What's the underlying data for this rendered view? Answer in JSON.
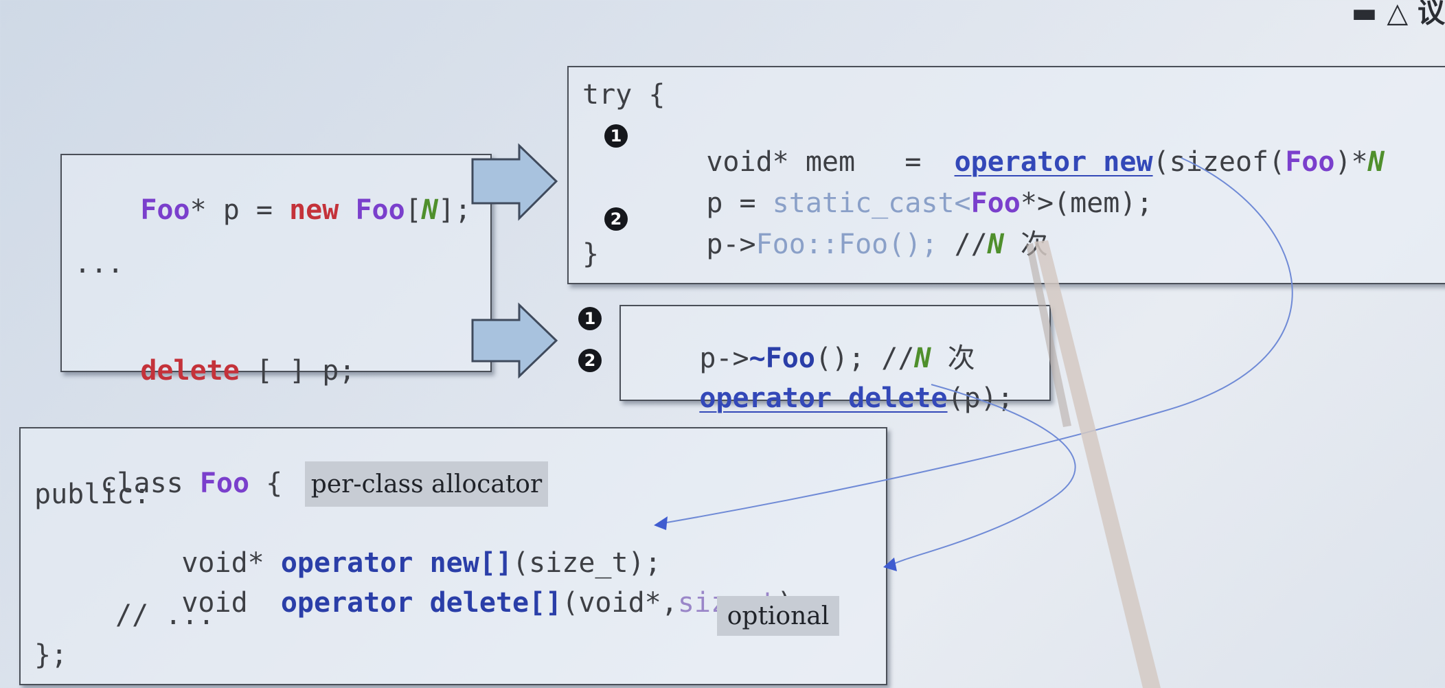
{
  "top_corner": {
    "glyphs": "▬ △ 议"
  },
  "left_box": {
    "line1": {
      "type": "Foo",
      "star": "*",
      "var": " p = ",
      "new_kw": "new",
      "space": " ",
      "cls": "Foo",
      "lb": "[",
      "n": "N",
      "rb": "];"
    },
    "dots": "...",
    "line3": {
      "delete_kw": "delete",
      "rest": " [ ] p;"
    }
  },
  "try_box": {
    "try_line": "try {",
    "badge1": "1",
    "line_alloc": {
      "lhs": "void* mem   =  ",
      "op": "operator new",
      "arg_open": "(sizeof(",
      "cls": "Foo",
      "mul": ")*",
      "n": "N"
    },
    "line_cast": {
      "lhs": "p = ",
      "cast": "static_cast<",
      "cls": "Foo",
      "rest": "*>(mem);"
    },
    "badge2": "2",
    "line_ctor": {
      "lhs": "p->",
      "call": "Foo::Foo();",
      "comment": " //",
      "n": "N",
      "times": " 次"
    },
    "close": "}"
  },
  "delete_box": {
    "badge1": "1",
    "badge2": "2",
    "line_dtor": {
      "lhs": "p->",
      "dtor": "~Foo",
      "rest": "(); //",
      "n": "N",
      "times": " 次"
    },
    "line_free": {
      "op": "operator delete",
      "rest": "(p);"
    }
  },
  "class_box": {
    "line1": {
      "kw": "class ",
      "name": "Foo",
      "rest": " {"
    },
    "line2": "public:",
    "line3": {
      "type": "void* ",
      "op": "operator new[]",
      "rest": "(size_t);"
    },
    "line4": {
      "type": "void  ",
      "op": "operator delete[]",
      "args_a": "(void*,",
      "args_b": "size_t",
      "args_c": ");"
    },
    "line5": "// ...",
    "line6": "};"
  },
  "tags": {
    "per_class": "per-class allocator",
    "optional": "optional"
  },
  "colors": {
    "keyword_red": "#c4323a",
    "class_purple": "#7a3fcc",
    "operator_blue": "#2a3ea8",
    "n_green": "#4f8f2c",
    "arrow_fill": "#a8c2de",
    "link_line": "#6f8ad6"
  }
}
